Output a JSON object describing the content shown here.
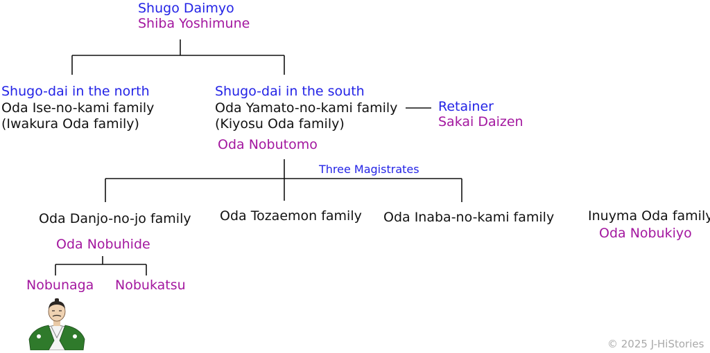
{
  "title": {
    "rank": "Shugo Daimyo",
    "name": "Shiba Yoshimune"
  },
  "north": {
    "rank": "Shugo-dai in the north",
    "family": "Oda Ise-no-kami family",
    "alias": "(Iwakura Oda family)"
  },
  "south": {
    "rank": "Shugo-dai in the south",
    "family": "Oda Yamato-no-kami family",
    "alias": "(Kiyosu Oda family)",
    "head": "Oda Nobutomo"
  },
  "retainer": {
    "rank": "Retainer",
    "name": "Sakai Daizen"
  },
  "magistrates": {
    "label": "Three Magistrates",
    "danjo": "Oda Danjo-no-jo family",
    "tozaemon": "Oda Tozaemon family",
    "inaba": "Oda Inaba-no-kami family"
  },
  "danjo_head": "Oda Nobuhide",
  "children": {
    "left": "Nobunaga",
    "right": "Nobukatsu"
  },
  "inuyama": {
    "family": "Inuyma Oda family",
    "head": "Oda Nobukiyo"
  },
  "portrait_icon": "samurai-portrait",
  "copyright": "© 2025 J-HiStories",
  "colors": {
    "rank": "#2323e6",
    "person": "#a3179f",
    "family": "#111111",
    "line": "#111111",
    "copyright": "#a9a9a9"
  }
}
